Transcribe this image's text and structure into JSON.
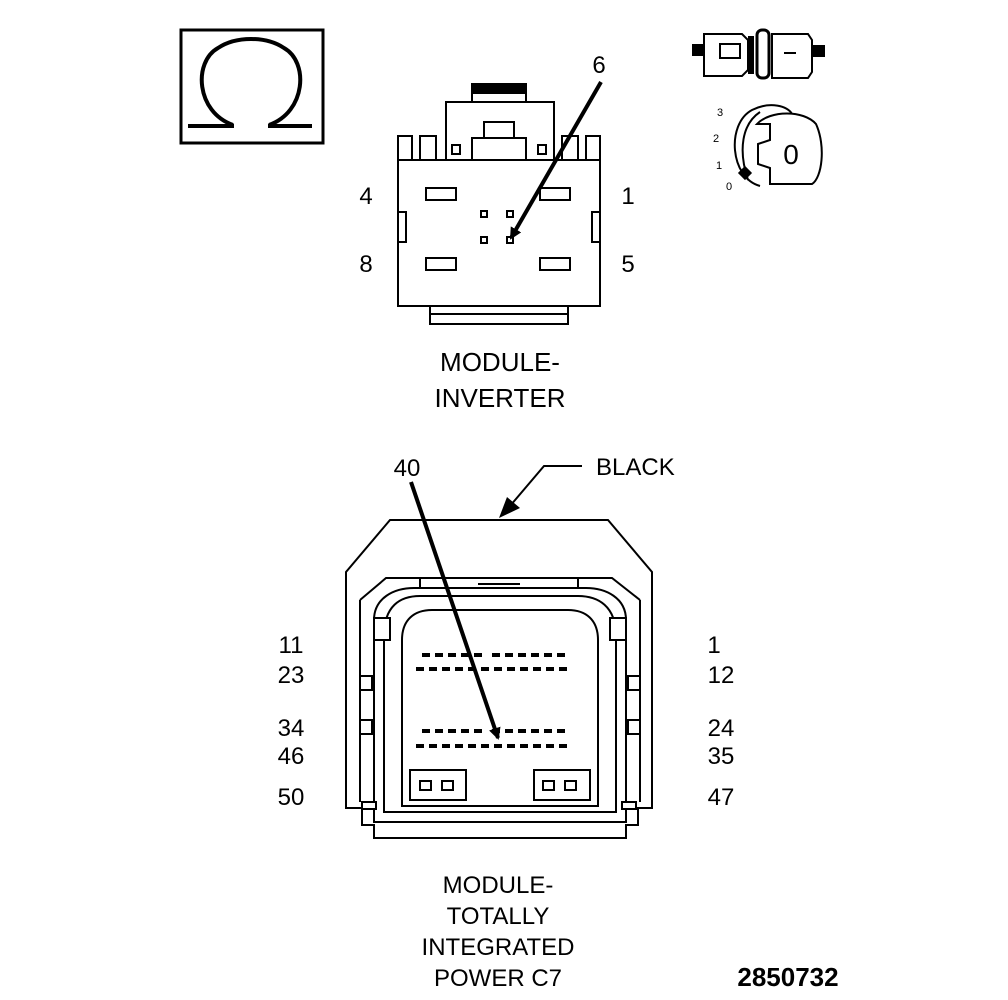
{
  "meter_symbol": {
    "glyph": "Ω",
    "icon": "ohm-meter-icon"
  },
  "ignition": {
    "icon": "ignition-key-icon",
    "fuse_icon": "fuse-icon",
    "positions": [
      "3",
      "2",
      "1",
      "0"
    ],
    "key_label": "0"
  },
  "inverter_connector": {
    "pins": {
      "p1": "1",
      "p4": "4",
      "p5": "5",
      "p6": "6",
      "p8": "8"
    },
    "title_line1": "MODULE-",
    "title_line2": "INVERTER"
  },
  "tipm_connector": {
    "color_label": "BLACK",
    "pin_callout": "40",
    "pins": {
      "p1": "1",
      "p11": "11",
      "p12": "12",
      "p23": "23",
      "p24": "24",
      "p34": "34",
      "p35": "35",
      "p46": "46",
      "p47": "47",
      "p50": "50"
    },
    "title_line1": "MODULE-",
    "title_line2": "TOTALLY",
    "title_line3": "INTEGRATED",
    "title_line4": "POWER C7"
  },
  "figure_number": "2850732",
  "colors": {
    "ink": "#000000",
    "paper": "#ffffff"
  }
}
